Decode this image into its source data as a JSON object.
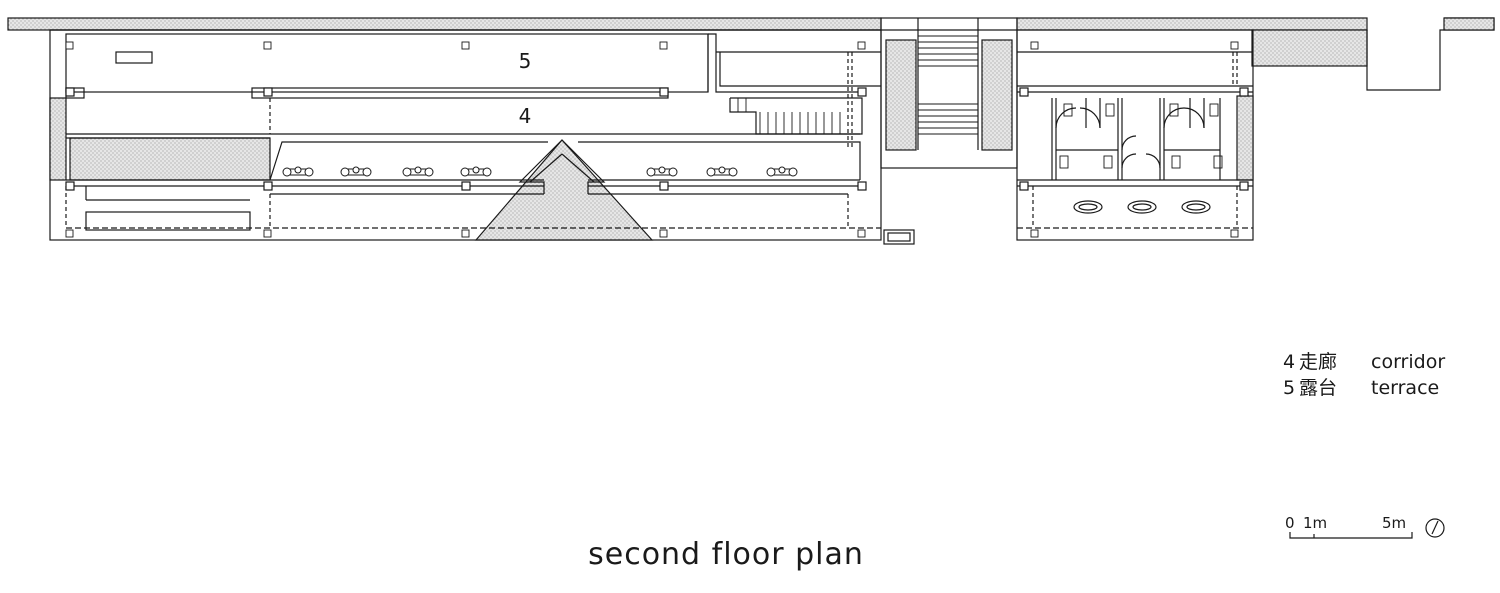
{
  "rooms": {
    "terrace_num": "5",
    "corridor_num": "4"
  },
  "legend": [
    {
      "num": "4",
      "zh": "走廊",
      "en": "corridor"
    },
    {
      "num": "5",
      "zh": "露台",
      "en": "terrace"
    }
  ],
  "scale": {
    "zero": "0",
    "one": "1m",
    "five": "5m"
  },
  "title": "second floor plan"
}
